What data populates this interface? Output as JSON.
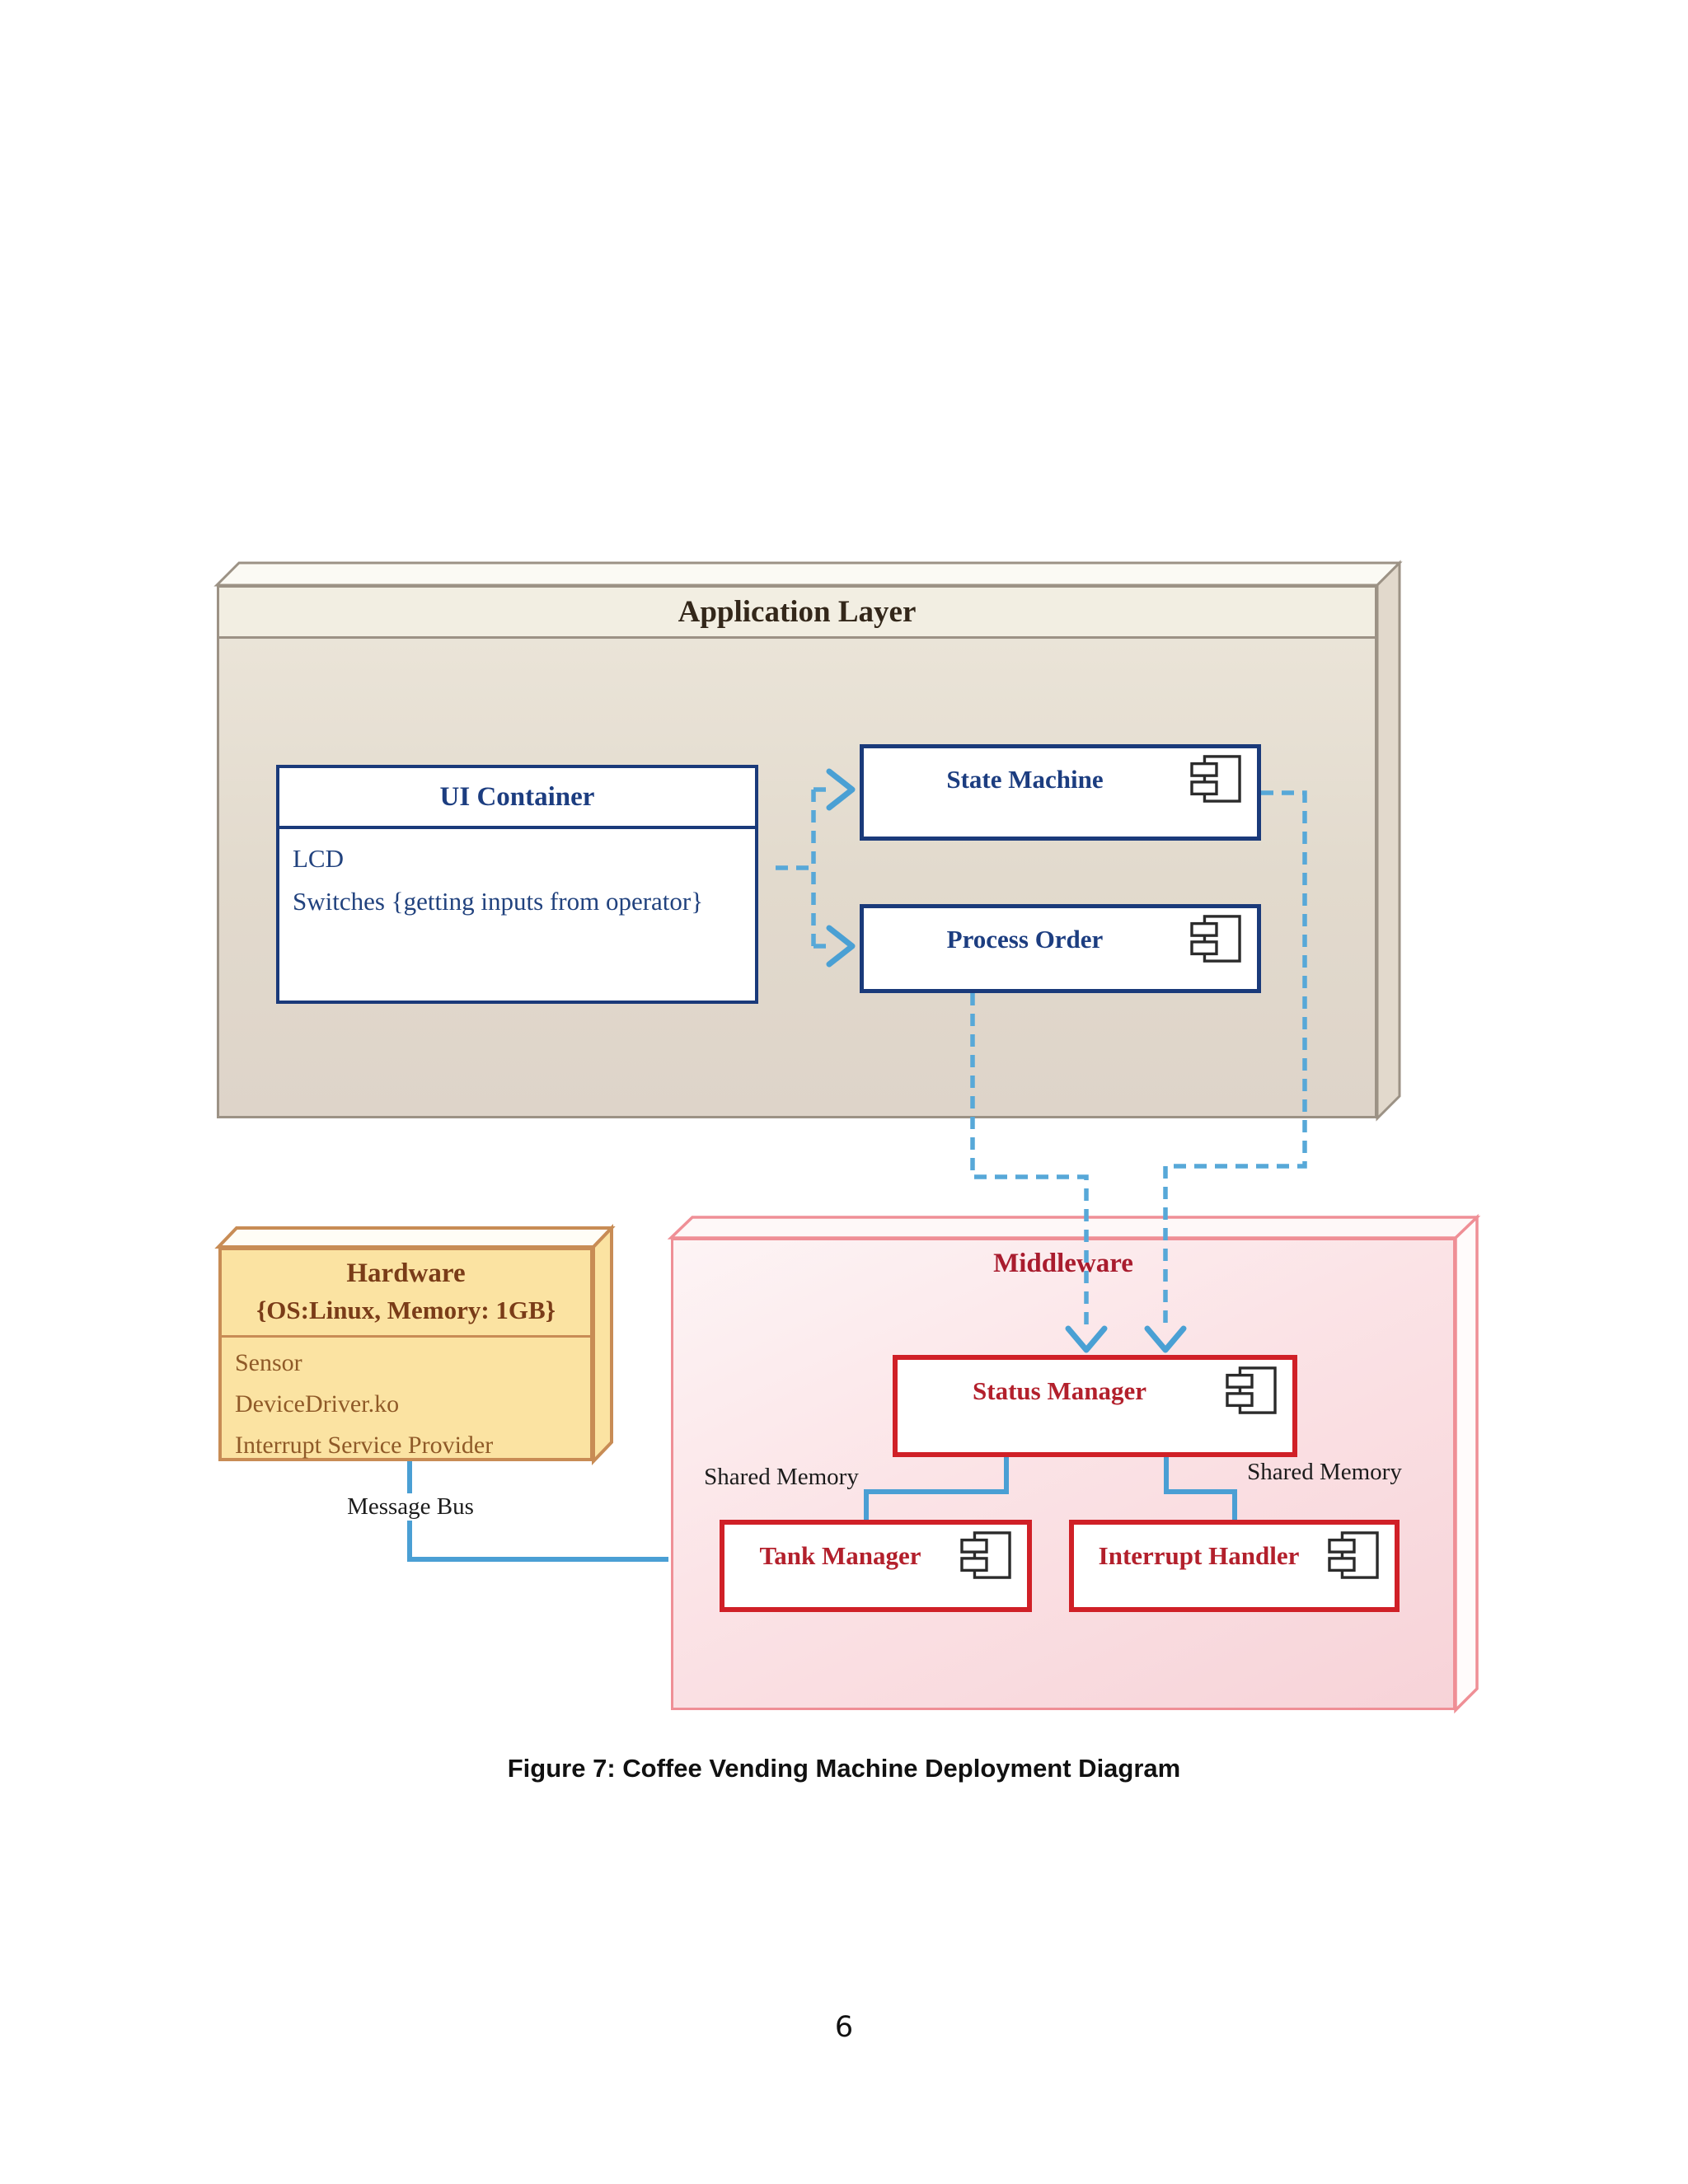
{
  "figure": {
    "caption": "Figure 7: Coffee Vending Machine Deployment Diagram",
    "page_number": "6"
  },
  "application_layer": {
    "title": "Application Layer",
    "ui_container": {
      "title": "UI Container",
      "items": [
        "LCD",
        "Switches {getting inputs from operator}"
      ]
    },
    "state_machine": {
      "label": "State Machine"
    },
    "process_order": {
      "label": "Process Order"
    }
  },
  "hardware": {
    "title": "Hardware",
    "constraint": "{OS:Linux, Memory: 1GB}",
    "items": [
      "Sensor",
      "DeviceDriver.ko",
      "Interrupt Service Provider"
    ]
  },
  "middleware": {
    "title": "Middleware",
    "status_manager": {
      "label": "Status Manager"
    },
    "tank_manager": {
      "label": "Tank Manager"
    },
    "interrupt_handler": {
      "label": "Interrupt Handler"
    }
  },
  "connectors": {
    "message_bus_label": "Message Bus",
    "shared_memory_left_label": "Shared Memory",
    "shared_memory_right_label": "Shared Memory"
  },
  "colors": {
    "navy_border": "#1a3a7a",
    "red_border": "#d02027",
    "crimson_text": "#b3202c",
    "middleware_title_text": "#a91c2e",
    "solid_line_blue": "#4a9fd4",
    "dashed_line_blue": "#57a8d8",
    "app_layer_border": "#9c9285",
    "app_layer_band_fill": "#f2eee2",
    "app_layer_body_fill": "#e2dacd",
    "hardware_fill": "#fbe3a2",
    "hardware_border": "#c88c55",
    "hardware_title_text": "#7a3c18",
    "middleware_border": "#ef8f96",
    "middleware_fill": "#f7d3d8",
    "app_title_text": "#33271a"
  }
}
